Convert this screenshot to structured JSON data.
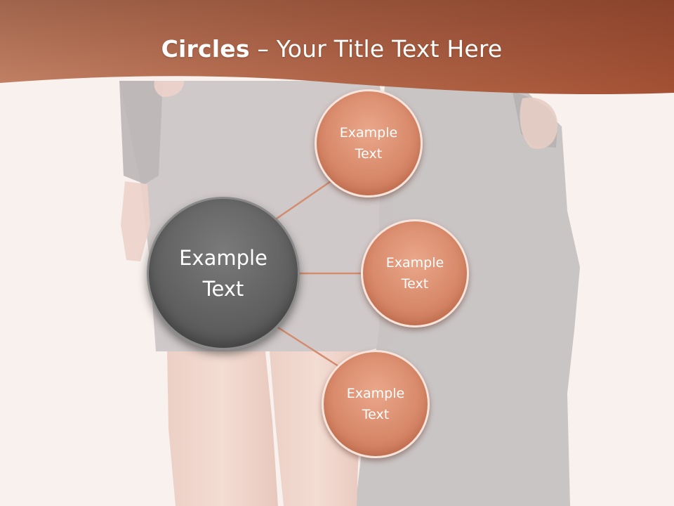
{
  "slide": {
    "title_bold": "Circles",
    "title_rest": " – Your Title Text Here"
  },
  "diagram": {
    "center": {
      "label": "Example\nText"
    },
    "satellites": [
      {
        "label": "Example\nText"
      },
      {
        "label": "Example\nText"
      },
      {
        "label": "Example\nText"
      }
    ]
  },
  "colors": {
    "header": "#b9694a",
    "satellite_fill": "#d8896a",
    "center_fill": "#616161",
    "connector": "#d48c6e",
    "background": "#f9f1ee"
  }
}
